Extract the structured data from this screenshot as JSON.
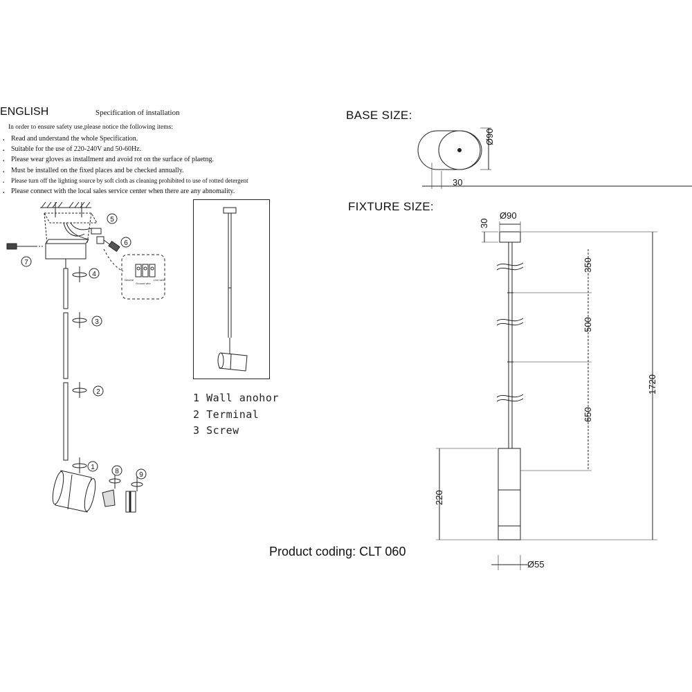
{
  "instructions": {
    "language_heading": "ENGLISH",
    "title": "Specification of installation",
    "intro": "In order to ensure safety use,please notice the following items:",
    "items": [
      "Read and understand the whole Specification.",
      "Suitable for the use of 220-240V and 50-60Hz.",
      "Please wear gloves as installment and avoid rot on the surface of plaetng.",
      "Must be installed on the fixed places and be checked annually.",
      "Please turn off the lighting source by soft cloth as cleaning prohibited to use of rotted detergent",
      "Please connect with the local sales service center when there are any abnomality."
    ],
    "bullet": "."
  },
  "exploded_view": {
    "callouts": [
      "1",
      "2",
      "3",
      "4",
      "5",
      "6",
      "7",
      "8",
      "9"
    ],
    "wiring_labels": [
      "Neutral",
      "Ground wire",
      "Live wire"
    ]
  },
  "legend": [
    {
      "number": "1",
      "label": "Wall anohor"
    },
    {
      "number": "2",
      "label": "Terminal"
    },
    {
      "number": "3",
      "label": "Screw"
    }
  ],
  "base_size": {
    "heading": "BASE SIZE:",
    "diameter": "Ø90",
    "height": "30"
  },
  "fixture_size": {
    "heading": "FIXTURE SIZE:",
    "top_diameter": "Ø90",
    "top_height": "30",
    "segments": [
      "350",
      "500",
      "650"
    ],
    "total_height": "1720",
    "body_height": "220",
    "body_diameter": "Ø55"
  },
  "product_coding": "Product coding: CLT 060"
}
